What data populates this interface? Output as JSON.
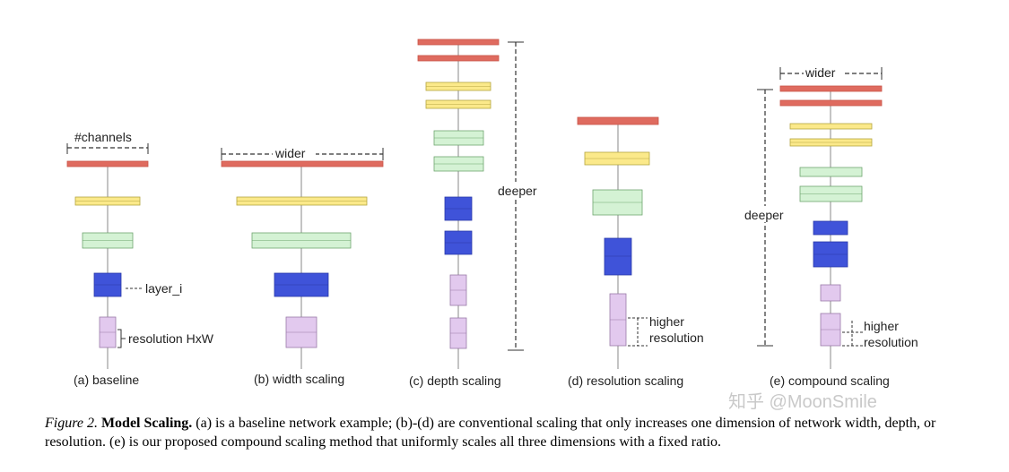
{
  "colors": {
    "red": "#df6b5f",
    "yellow": "#fbe98a",
    "green": "#d4f2d4",
    "blue": "#3f53d9",
    "purple": "#e2c9ee",
    "line": "#8a8a8a",
    "watermark": "#c9c9c9"
  },
  "panels": {
    "a": {
      "label": "(a) baseline",
      "top_label": "#channels",
      "layer_label": "layer_i",
      "res_label": "resolution HxW"
    },
    "b": {
      "label": "(b) width scaling",
      "top_label": "wider"
    },
    "c": {
      "label": "(c) depth scaling",
      "side_label": "deeper"
    },
    "d": {
      "label": "(d) resolution scaling",
      "res_label_1": "higher",
      "res_label_2": "resolution"
    },
    "e": {
      "label": "(e) compound scaling",
      "top_label": "wider",
      "side_label": "deeper",
      "res_label_1": "higher",
      "res_label_2": "resolution"
    }
  },
  "caption": {
    "fig": "Figure 2.",
    "title": "Model Scaling.",
    "body": "(a) is a baseline network example; (b)-(d) are conventional scaling that only increases one dimension of network width, depth, or resolution. (e) is our proposed compound scaling method that uniformly scales all three dimensions with a fixed ratio."
  },
  "watermark": "知乎 @MoonSmile"
}
